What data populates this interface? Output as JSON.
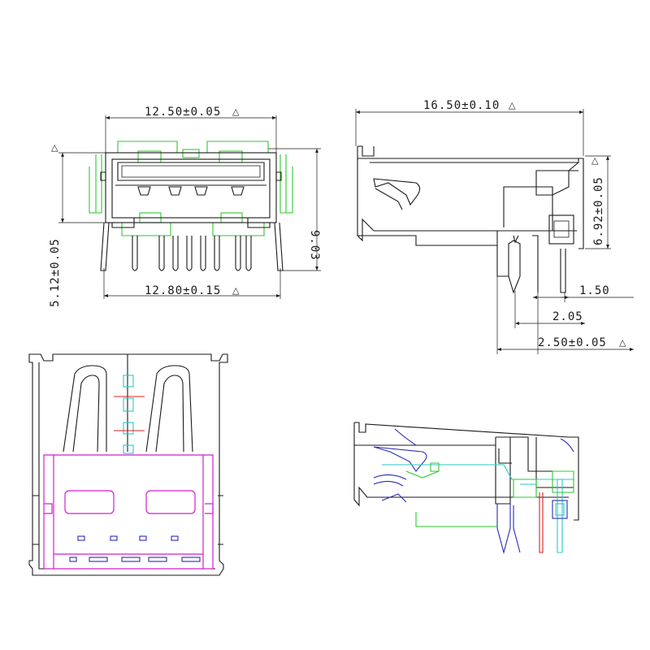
{
  "dimensions": {
    "top_width": "12.50±0.05",
    "bottom_width": "12.80±0.15",
    "left_height": "5.12±0.05",
    "right_height": "9.03",
    "side_length": "16.50±0.10",
    "side_height": "6.92±0.05",
    "pin_pitch_1": "1.50",
    "pin_pitch_2": "2.05",
    "pin_pitch_3": "2.50±0.05"
  },
  "markers": {
    "critical": "△"
  },
  "colors": {
    "outline": "#1a1a1a",
    "green": "#2ec82e",
    "magenta": "#d11fd1",
    "blue": "#2a2ab8",
    "cyan": "#27c9c9",
    "red": "#e02020"
  }
}
